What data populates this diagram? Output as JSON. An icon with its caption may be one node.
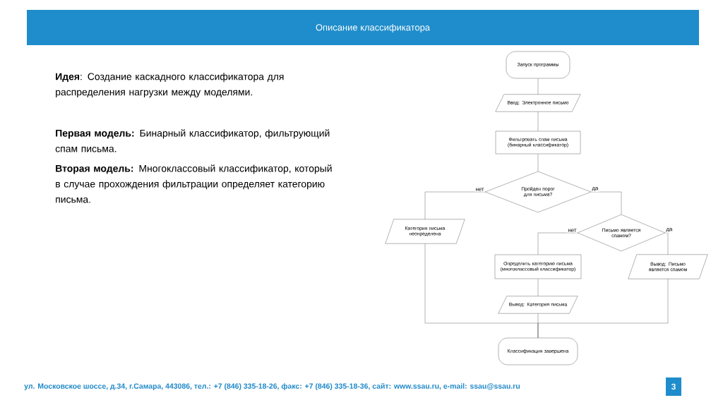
{
  "diagram": {
    "title": "Описание классификатора",
    "nodes": [
      {
        "text": [
          "Запуск программы"
        ]
      },
      {
        "text": [
          "Ввод: Электронное письмо"
        ]
      },
      {
        "text": [
          "Фильтровать спам письма (бинарный классификатор)"
        ]
      },
      {
        "text": [
          "Пройден порог для письма?"
        ]
      },
      {
        "text": [
          "Категория письма неопределена"
        ]
      },
      {
        "text": [
          "Письмо является спамом?"
        ]
      },
      {
        "text": [
          "Определить категорию письма (многоклассовый классификатор)"
        ]
      },
      {
        "text": [
          "Вывод: Письмо является спамом"
        ]
      },
      {
        "text": [
          "Вывод: Категория письма"
        ]
      },
      {
        "text": [
          "Классификация завершена"
        ]
      }
    ],
    "edges": [
      {
        "from": 0,
        "to": 1,
        "arrow": "none"
      },
      {
        "from": 1,
        "to": 2,
        "arrow": "none"
      },
      {
        "from": 2,
        "to": 3,
        "arrow": "none"
      },
      {
        "from": 3,
        "to": 4,
        "arrow": "none",
        "label": "нет"
      },
      {
        "from": 3,
        "to": 5,
        "arrow": "none",
        "label": "да"
      },
      {
        "from": 5,
        "to": 6,
        "arrow": "none",
        "label": "нет"
      },
      {
        "from": 5,
        "to": 7,
        "arrow": "none",
        "label": "да"
      },
      {
        "from": 6,
        "to": 8,
        "arrow": "none"
      },
      {
        "from": 4,
        "to": 9,
        "arrow": "none"
      },
      {
        "from": 8,
        "to": 9,
        "arrow": "none"
      },
      {
        "from": 7,
        "to": 9,
        "arrow": "none"
      }
    ],
    "labels": [
      "**Идея**: Создание каскадного классификатора для распределения нагрузки между моделями.",
      "**Первая модель:** Бинарный классификатор, фильтрующий спам письма.",
      "**Вторая модель:** Многоклассовый классификатор, который в случае прохождения фильтрации определяет категорию письма.",
      "ул. Московское шоссе, д.34, г.Самара, 443086, тел.: +7 (846) 335-18-26, факс: +7 (846) 335-18-36, сайт: www.ssau.ru, e-mail: ssau@ssau.ru",
      "3"
    ]
  }
}
